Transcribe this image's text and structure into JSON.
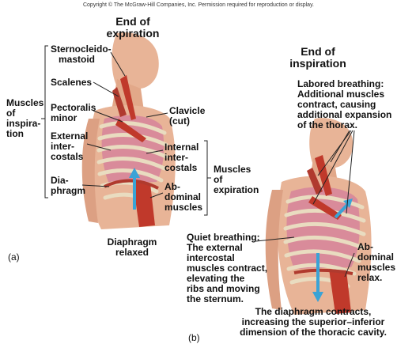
{
  "copyright": "Copyright © The McGraw-Hill Companies, Inc. Permission required for reproduction or display.",
  "panel_a": {
    "title_line1": "End of",
    "title_line2": "expiration",
    "letter": "(a)",
    "left_labels": {
      "sternocleidomastoid_1": "Sternocleido-",
      "sternocleidomastoid_2": "mastoid",
      "scalenes": "Scalenes",
      "pectoralis_1": "Pectoralis",
      "pectoralis_2": "minor",
      "external_1": "External",
      "external_2": "inter-",
      "external_3": "costals",
      "diaphragm_1": "Dia-",
      "diaphragm_2": "phragm"
    },
    "group_inspiration_1": "Muscles",
    "group_inspiration_2": "of",
    "group_inspiration_3": "inspira-",
    "group_inspiration_4": "tion",
    "clavicle_1": "Clavicle",
    "clavicle_2": "(cut)",
    "internal_1": "Internal",
    "internal_2": "inter-",
    "internal_3": "costals",
    "abdominal_1": "Ab-",
    "abdominal_2": "dominal",
    "abdominal_3": "muscles",
    "group_expiration_1": "Muscles",
    "group_expiration_2": "of",
    "group_expiration_3": "expiration",
    "caption_1": "Diaphragm",
    "caption_2": "relaxed"
  },
  "panel_b": {
    "title_line1": "End of",
    "title_line2": "inspiration",
    "letter": "(b)",
    "labored_1": "Labored breathing:",
    "labored_2": "Additional muscles",
    "labored_3": "contract, causing",
    "labored_4": "additional expansion",
    "labored_5": "of the thorax.",
    "quiet_1": "Quiet breathing:",
    "quiet_2": "The external",
    "quiet_3": "intercostal",
    "quiet_4": "muscles contract,",
    "quiet_5": "elevating the",
    "quiet_6": "ribs and moving",
    "quiet_7": "the sternum.",
    "abdominal_1": "Ab-",
    "abdominal_2": "dominal",
    "abdominal_3": "muscles",
    "abdominal_4": "relax.",
    "caption_1": "The diaphragm contracts,",
    "caption_2": "increasing the superior–inferior",
    "caption_3": "dimension of the thoracic cavity."
  },
  "colors": {
    "skin": "#e8b497",
    "muscle": "#c0392b",
    "lung": "#d98b9a",
    "rib": "#e9dcc0",
    "arrow": "#3aa3d6"
  }
}
